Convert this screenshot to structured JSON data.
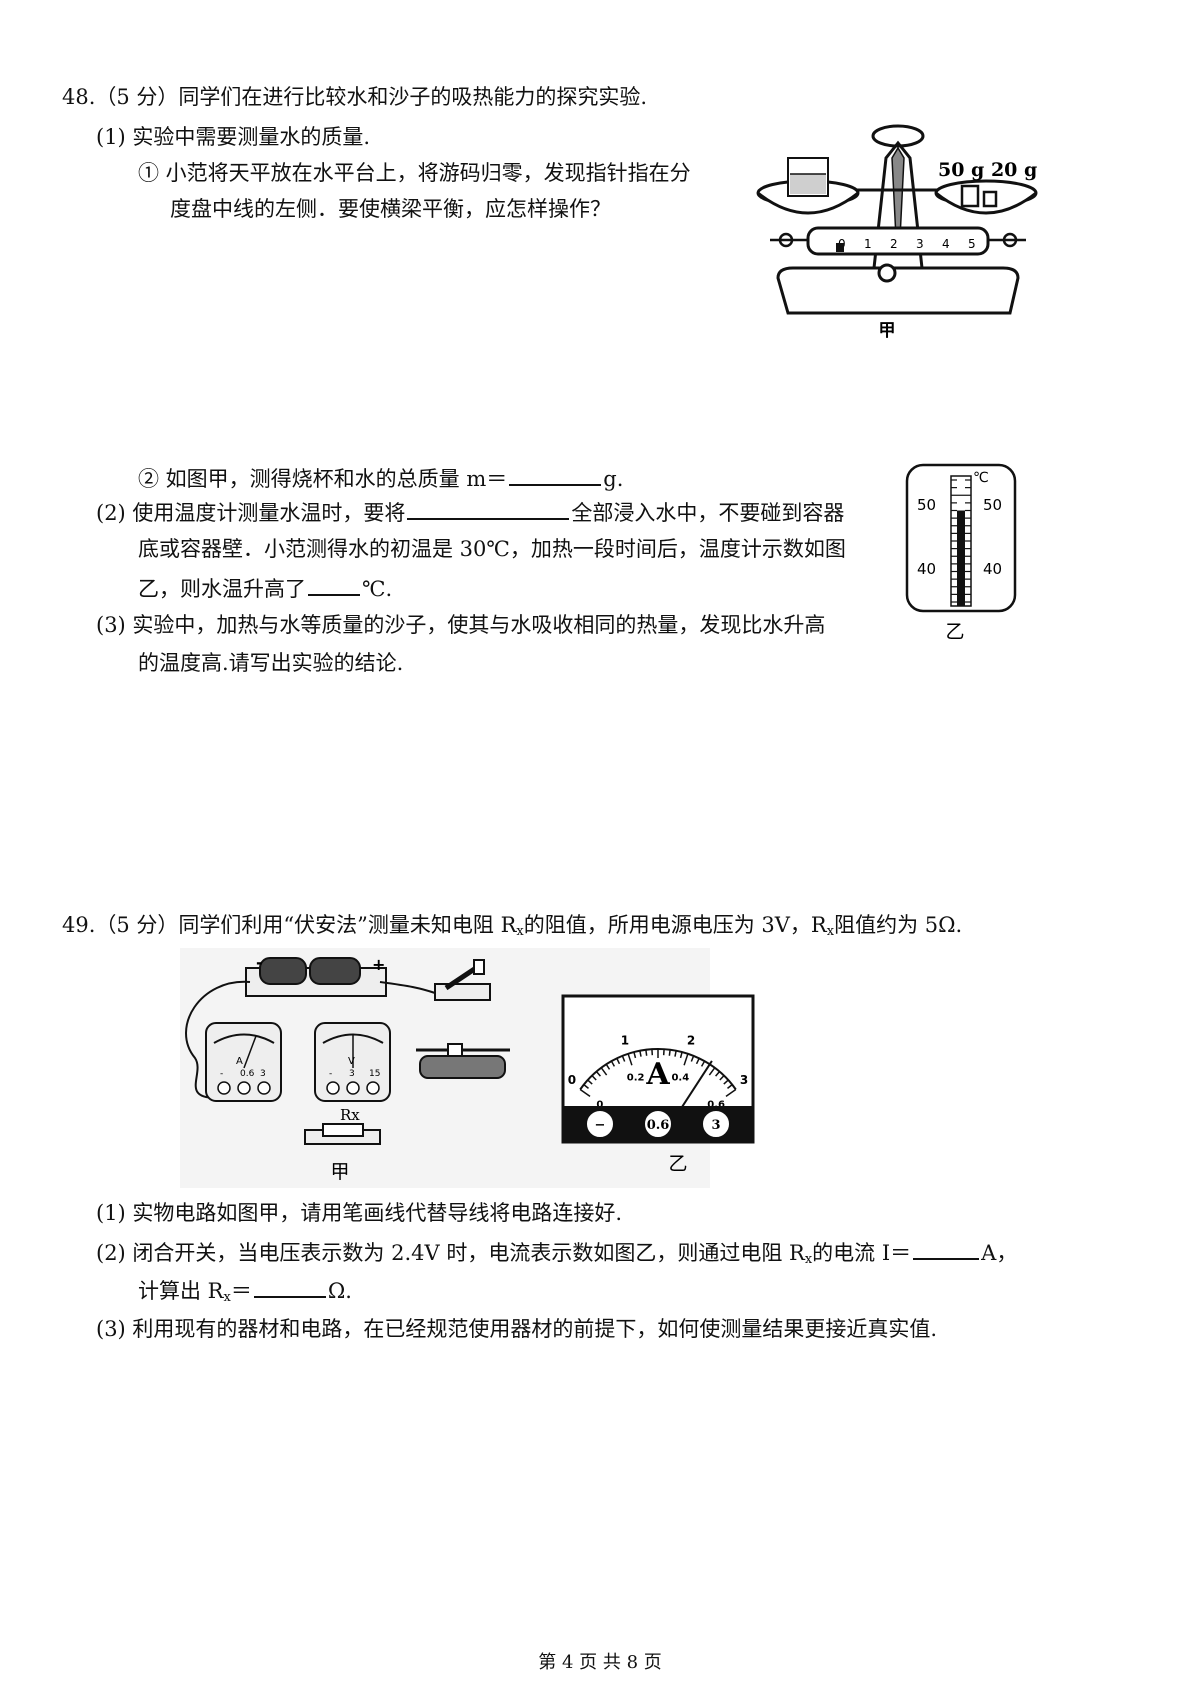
{
  "q48": {
    "header": "48.（5 分）同学们在进行比较水和沙子的吸热能力的探究实验.",
    "p1": "(1) 实验中需要测量水的质量.",
    "p1a_line1": "① 小范将天平放在水平台上，将游码归零，发现指针指在分",
    "p1a_line2": "度盘中线的左侧．要使横梁平衡，应怎样操作？",
    "p1b_prefix": "② 如图甲，测得烧杯和水的总质量 m＝",
    "p1b_suffix": "g.",
    "p2_line1_prefix": "(2) 使用温度计测量水温时，要将",
    "p2_line1_suffix": "全部浸入水中，不要碰到容器",
    "p2_line2": "底或容器壁．小范测得水的初温是 30℃，加热一段时间后，温度计示数如图",
    "p2_line3_prefix": "乙，则水温升高了",
    "p2_line3_suffix": "℃.",
    "p3_line1": "(3) 实验中，加热与水等质量的沙子，使其与水吸收相同的热量，发现比水升高",
    "p3_line2": "的温度高.请写出实验的结论.",
    "balance": {
      "weights_label": "50 g 20 g",
      "scale_numbers": [
        "0",
        "1",
        "2",
        "3",
        "4",
        "5"
      ],
      "caption": "甲"
    },
    "thermometer": {
      "unit": "℃",
      "ticks": [
        "50",
        "40"
      ],
      "caption": "乙",
      "reading": 48
    }
  },
  "q49": {
    "header_a": "49.（5 分）同学们利用“伏安法”测量未知电阻 R",
    "header_sub1": "x",
    "header_b": "的阻值，所用电源电压为 3V，R",
    "header_sub2": "x",
    "header_c": "阻值约为 5Ω.",
    "p1": "(1) 实物电路如图甲，请用笔画线代替导线将电路连接好.",
    "p2_a": "(2) 闭合开关，当电压表示数为 2.4V 时，电流表示数如图乙，则通过电阻 R",
    "p2_sub": "x",
    "p2_b": "的电流 I＝",
    "p2_c": "A，",
    "p2_line2_a": "计算出 R",
    "p2_line2_sub": "x",
    "p2_line2_b": "＝",
    "p2_line2_c": "Ω.",
    "p3": "(3) 利用现有的器材和电路，在已经规范使用器材的前提下，如何使测量结果更接近真实值.",
    "circuit": {
      "battery_minus": "-",
      "battery_plus": "+",
      "ammeter_letter": "A",
      "ammeter_terminals": [
        "-",
        "0.6",
        "3"
      ],
      "voltmeter_letter": "V",
      "voltmeter_terminals": [
        "-",
        "3",
        "15"
      ],
      "resistor_label": "Rx",
      "caption": "甲"
    },
    "ammeter": {
      "top_scale": [
        "0",
        "1",
        "2",
        "3"
      ],
      "bottom_scale": [
        "0",
        "0.2",
        "0.4",
        "0.6"
      ],
      "letter": "A",
      "terminals": [
        "−",
        "0.6",
        "3"
      ],
      "caption": "乙",
      "needle_reading_top": 2.4
    }
  },
  "footer": "第 4 页 共 8 页"
}
